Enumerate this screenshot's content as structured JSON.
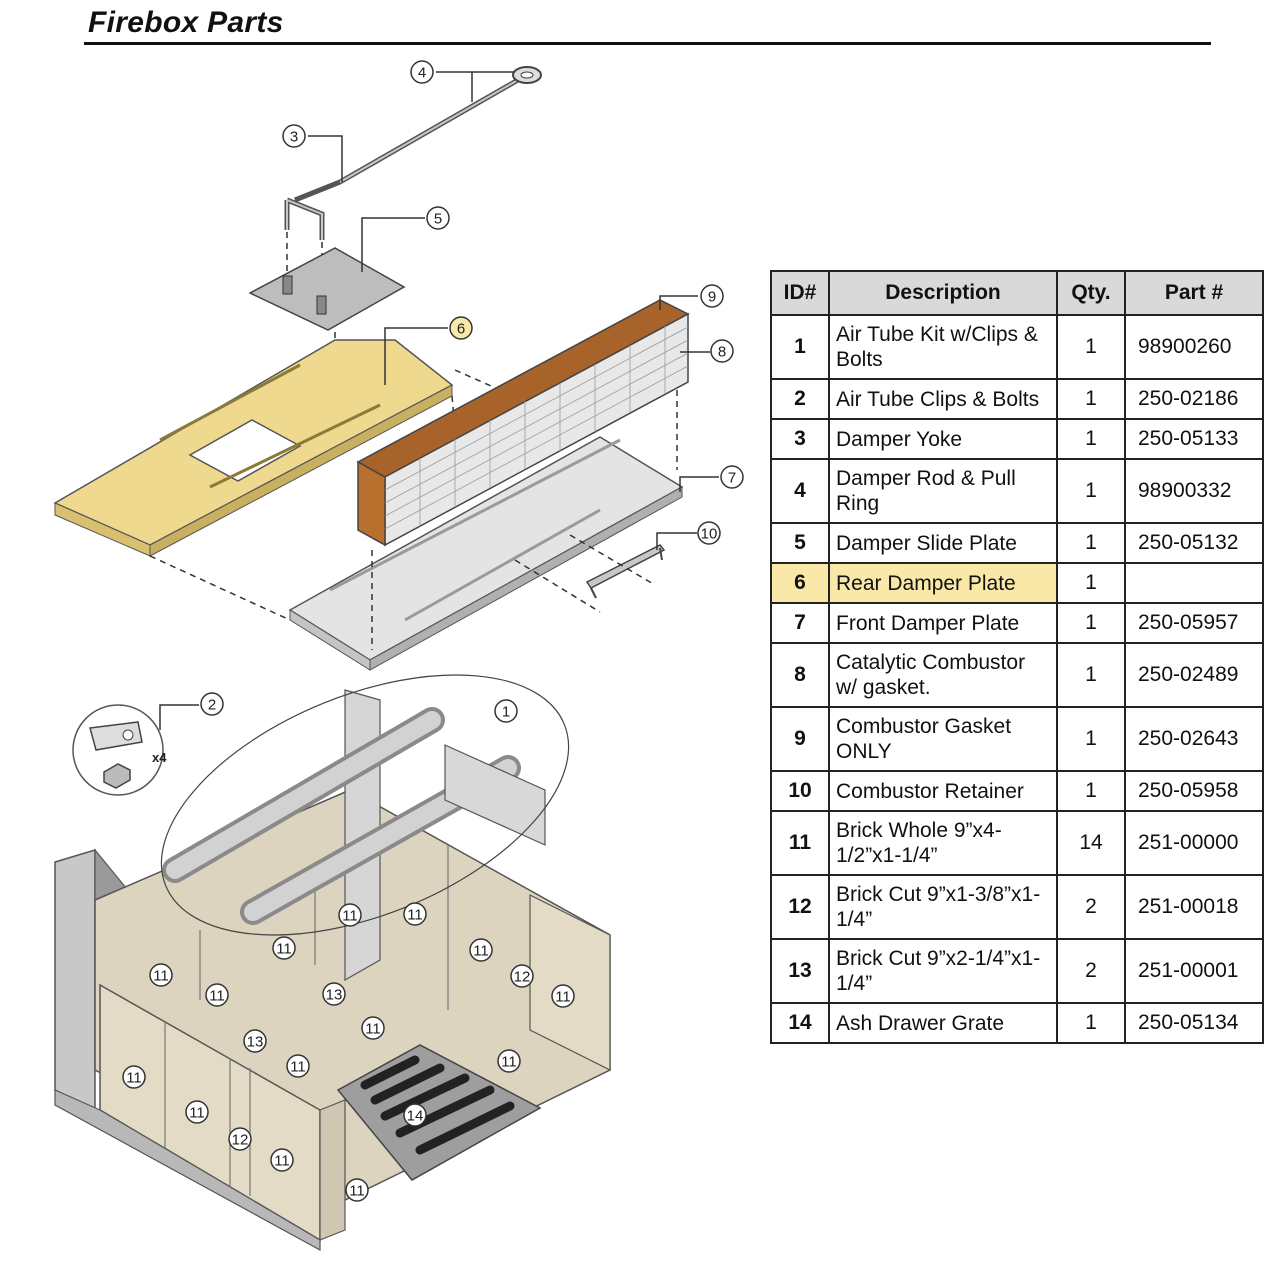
{
  "page": {
    "title": "Firebox Parts"
  },
  "highlight_color": "#fae8a8",
  "table": {
    "headers": [
      "ID#",
      "Description",
      "Qty.",
      "Part #"
    ],
    "rows": [
      {
        "id": "1",
        "description": "Air Tube Kit w/Clips & Bolts",
        "qty": "1",
        "part": "98900260",
        "highlighted": false
      },
      {
        "id": "2",
        "description": "Air Tube Clips & Bolts",
        "qty": "1",
        "part": "250-02186",
        "highlighted": false
      },
      {
        "id": "3",
        "description": "Damper Yoke",
        "qty": "1",
        "part": "250-05133",
        "highlighted": false
      },
      {
        "id": "4",
        "description": "Damper Rod & Pull Ring",
        "qty": "1",
        "part": "98900332",
        "highlighted": false
      },
      {
        "id": "5",
        "description": "Damper Slide Plate",
        "qty": "1",
        "part": "250-05132",
        "highlighted": false
      },
      {
        "id": "6",
        "description": "Rear Damper Plate",
        "qty": "1",
        "part": "",
        "highlighted": true
      },
      {
        "id": "7",
        "description": "Front Damper Plate",
        "qty": "1",
        "part": "250-05957",
        "highlighted": false
      },
      {
        "id": "8",
        "description": "Catalytic Combustor w/ gasket.",
        "qty": "1",
        "part": "250-02489",
        "highlighted": false
      },
      {
        "id": "9",
        "description": "Combustor Gasket ONLY",
        "qty": "1",
        "part": "250-02643",
        "highlighted": false
      },
      {
        "id": "10",
        "description": "Combustor Retainer",
        "qty": "1",
        "part": "250-05958",
        "highlighted": false
      },
      {
        "id": "11",
        "description": "Brick Whole 9”x4-1/2”x1-1/4”",
        "qty": "14",
        "part": "251-00000",
        "highlighted": false
      },
      {
        "id": "12",
        "description": "Brick Cut 9”x1-3/8”x1-1/4”",
        "qty": "2",
        "part": "251-00018",
        "highlighted": false
      },
      {
        "id": "13",
        "description": "Brick Cut 9”x2-1/4”x1-1/4”",
        "qty": "2",
        "part": "251-00001",
        "highlighted": false
      },
      {
        "id": "14",
        "description": "Ash Drawer Grate",
        "qty": "1",
        "part": "250-05134",
        "highlighted": false
      }
    ]
  },
  "diagram": {
    "callouts": [
      "1",
      "2",
      "3",
      "4",
      "5",
      "6",
      "7",
      "8",
      "9",
      "10",
      "11",
      "11",
      "11",
      "11",
      "11",
      "11",
      "11",
      "11",
      "11",
      "11",
      "11",
      "11",
      "11",
      "11",
      "12",
      "12",
      "13",
      "13",
      "14"
    ],
    "clip_quantity": "x4"
  }
}
